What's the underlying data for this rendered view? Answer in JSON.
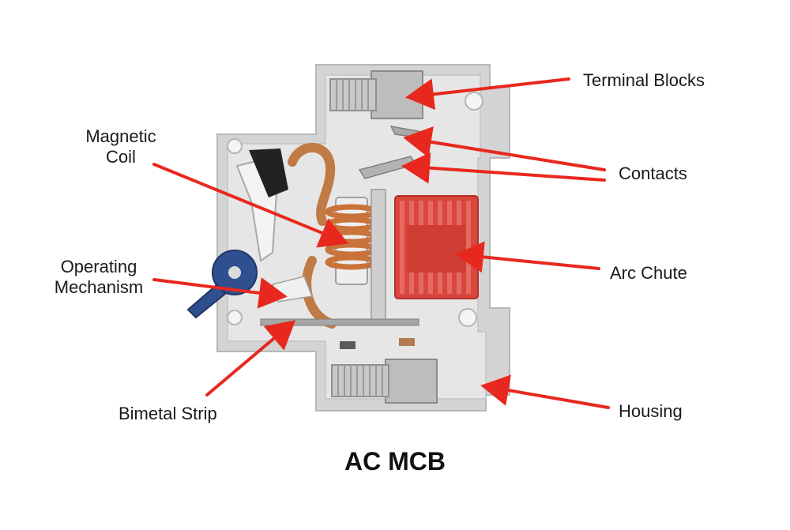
{
  "title": "AC MCB",
  "labels": {
    "terminal_blocks": "Terminal Blocks",
    "contacts": "Contacts",
    "arc_chute": "Arc Chute",
    "housing": "Housing",
    "magnetic_coil_1": "Magnetic",
    "magnetic_coil_2": "Coil",
    "operating_mechanism_1": "Operating",
    "operating_mechanism_2": "Mechanism",
    "bimetal_strip": "Bimetal Strip"
  },
  "colors": {
    "arrow": "#e8281e",
    "housing": "#dcdcdc",
    "arc_chute": "#d9463e",
    "copper": "#c9733a",
    "knob": "#2f4f8f"
  }
}
